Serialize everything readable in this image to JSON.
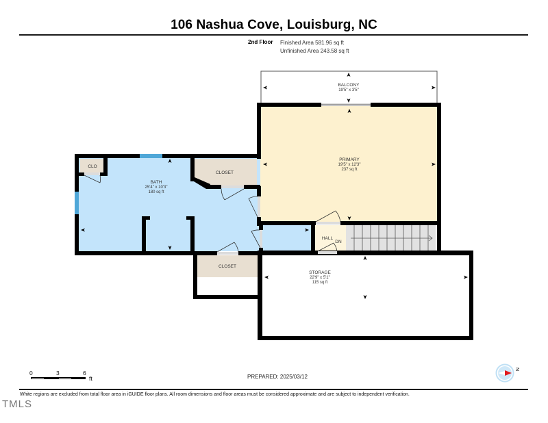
{
  "header": {
    "title": "106 Nashua Cove, Louisburg, NC",
    "floor_label": "2nd Floor",
    "finished_area": "Finished Area 581.96 sq ft",
    "unfinished_area": "Unfinished Area 243.58 sq ft"
  },
  "rooms": {
    "balcony": {
      "name": "BALCONY",
      "dims": "19'5\" x 3'5\""
    },
    "primary": {
      "name": "PRIMARY",
      "dims": "19'5\" x 12'3\"",
      "area": "237 sq ft"
    },
    "bath": {
      "name": "BATH",
      "dims": "25'4\" x 10'3\"",
      "area": "180 sq ft"
    },
    "clo": {
      "name": "CLO"
    },
    "closet_upper": {
      "name": "CLOSET"
    },
    "closet_lower": {
      "name": "CLOSET"
    },
    "hall": {
      "name": "HALL"
    },
    "stairs": {
      "label": "DN"
    },
    "storage": {
      "name": "STORAGE",
      "dims": "22'9\" x 5'1\"",
      "area": "115 sq ft"
    }
  },
  "colors": {
    "primary_fill": "#fdf1cf",
    "bath_fill": "#c3e4fb",
    "closet_fill": "#e8dfd1",
    "hall_fill": "#fdf5dc",
    "stairs_fill": "#e2e2e2",
    "window_blue": "#4fa7d8",
    "wall": "#000000",
    "compass_red": "#e0191e",
    "compass_ring": "#bfe0f5"
  },
  "scale_bar": {
    "ticks": [
      "0",
      "3",
      "6"
    ],
    "unit": "ft"
  },
  "footer": {
    "prepared": "PREPARED: 2025/03/12",
    "compass_label": "N",
    "disclaimer": "White regions are excluded from total floor area in iGUIDE floor plans. All room dimensions and floor areas must be considered approximate and are subject to independent verification.",
    "watermark": "TMLS"
  }
}
